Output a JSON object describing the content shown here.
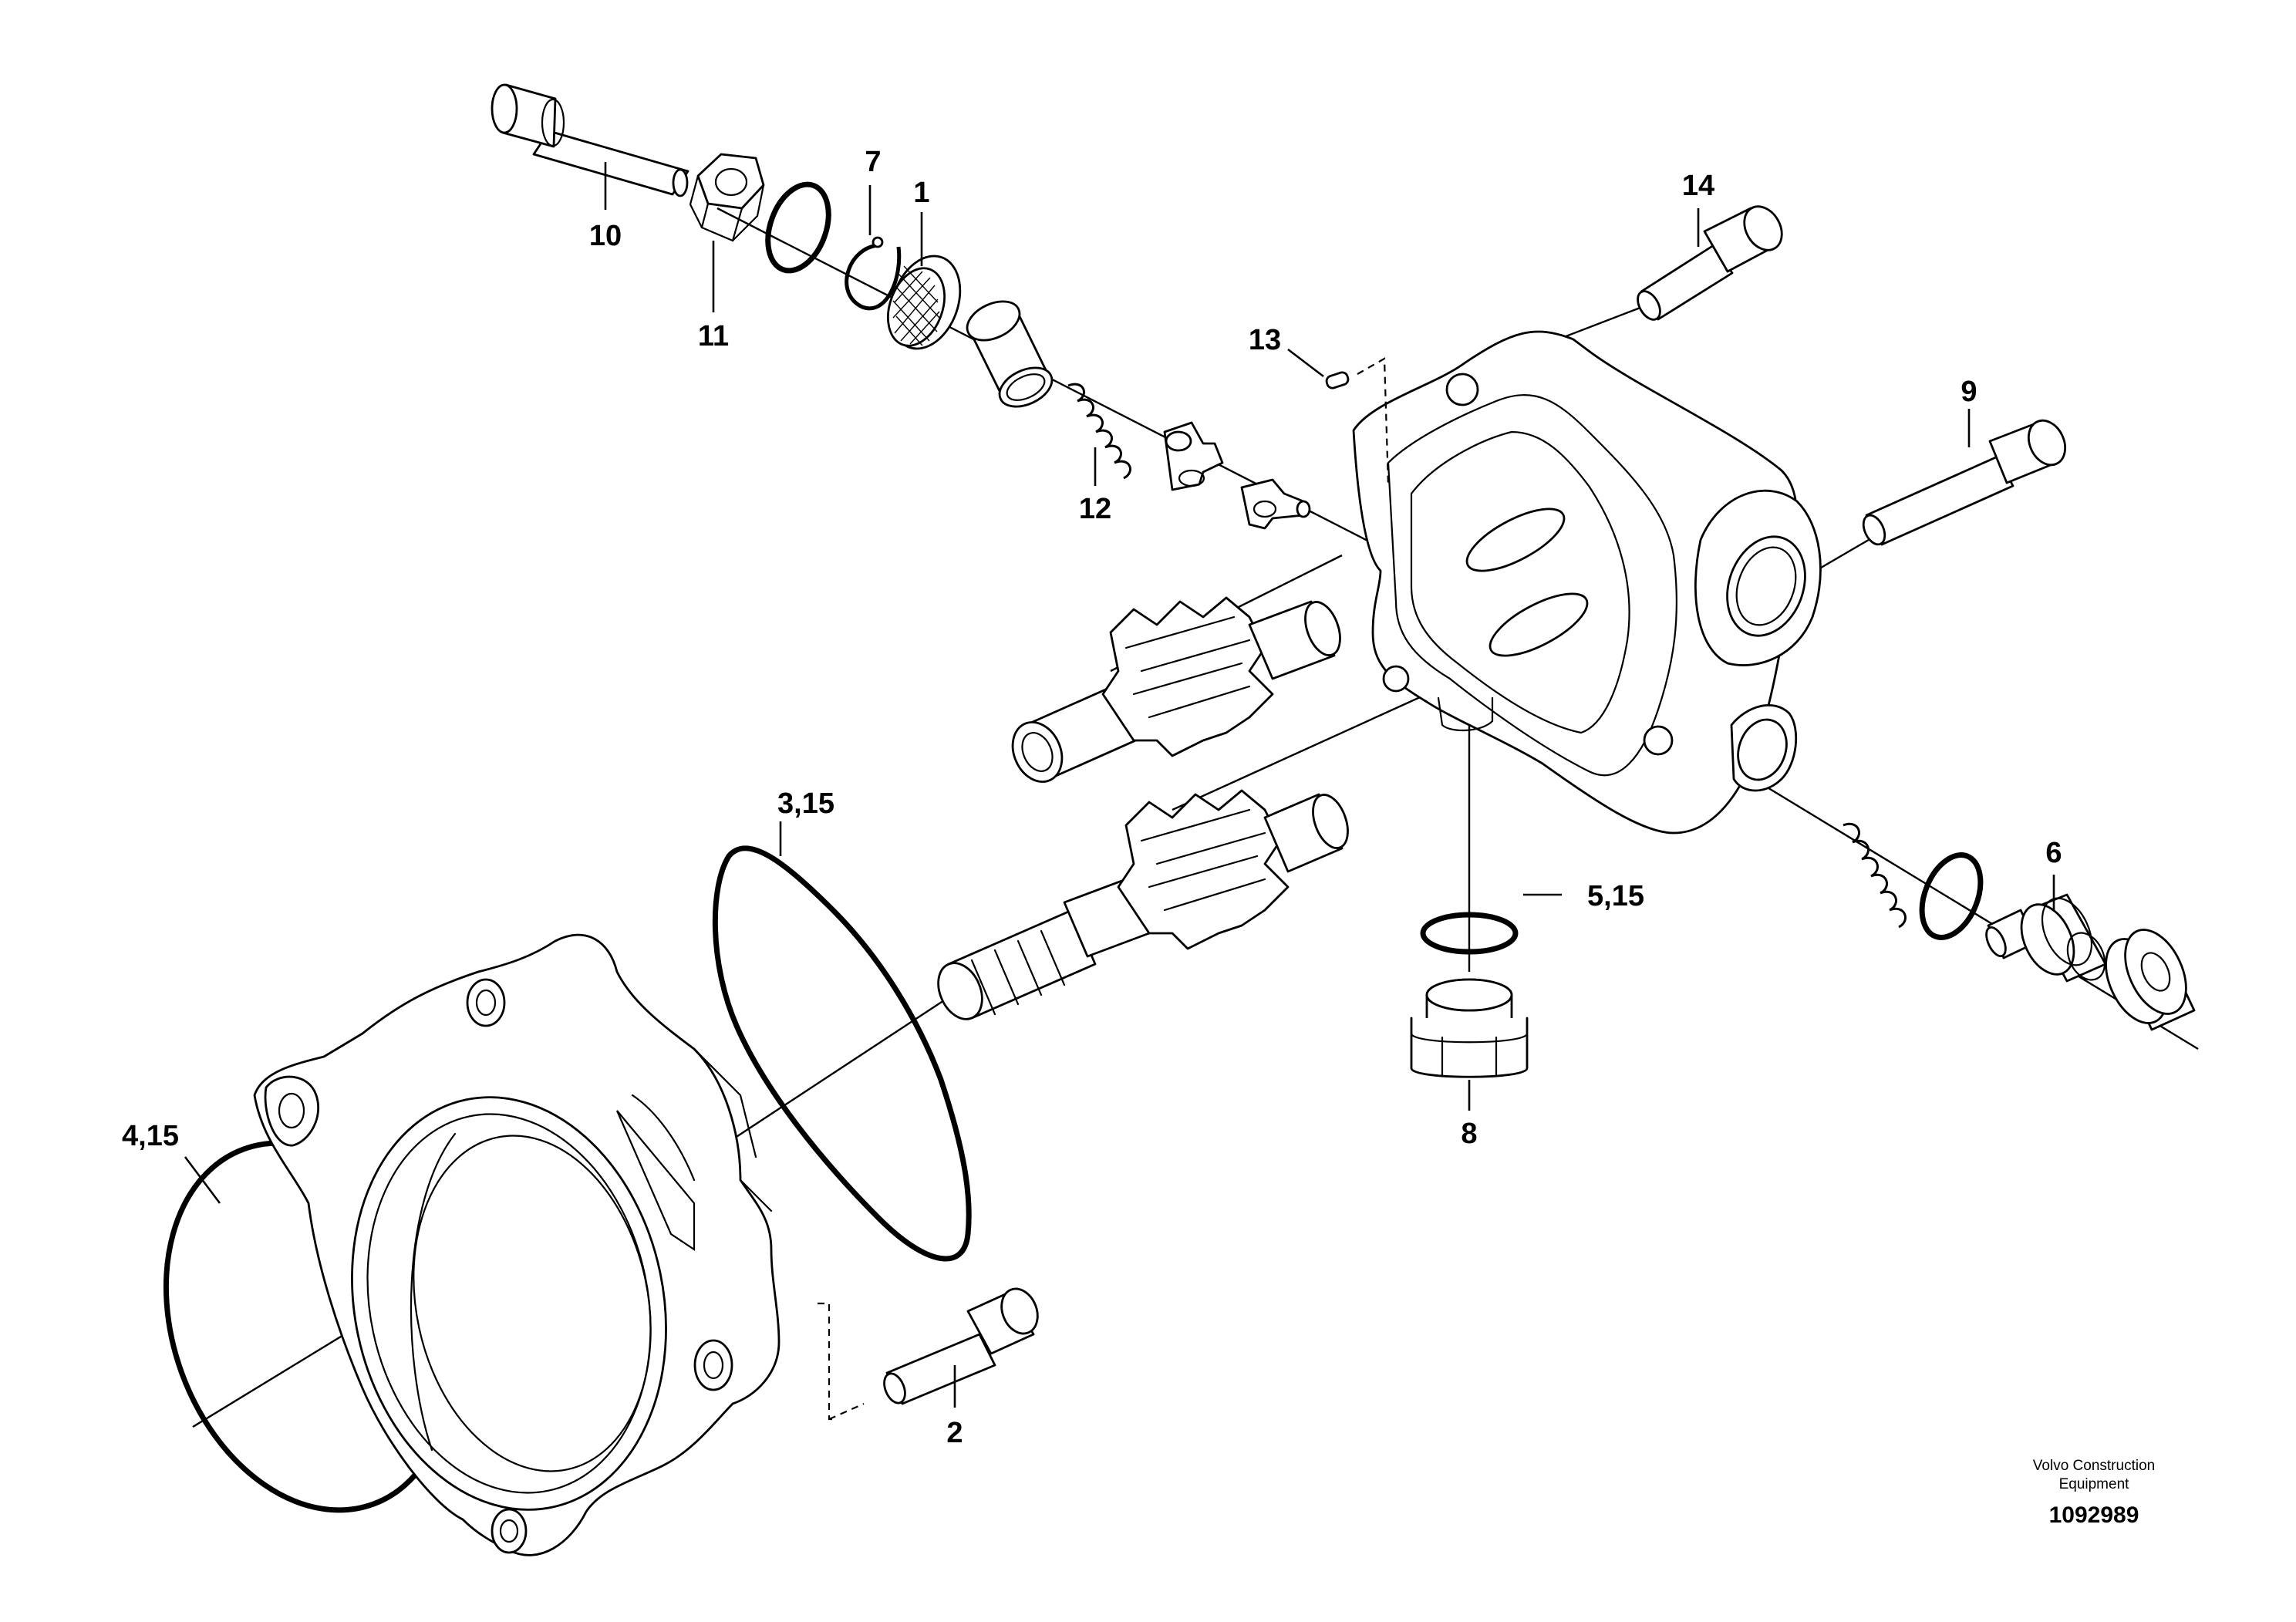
{
  "diagram": {
    "callouts": {
      "c1": "1",
      "c2": "2",
      "c3": "3,15",
      "c4": "4,15",
      "c5": "5,15",
      "c6": "6",
      "c7": "7",
      "c8": "8",
      "c9": "9",
      "c10": "10",
      "c11": "11",
      "c12": "12",
      "c13": "13",
      "c14": "14"
    },
    "credit_line1": "Volvo Construction",
    "credit_line2": "Equipment",
    "document_number": "1092989"
  }
}
